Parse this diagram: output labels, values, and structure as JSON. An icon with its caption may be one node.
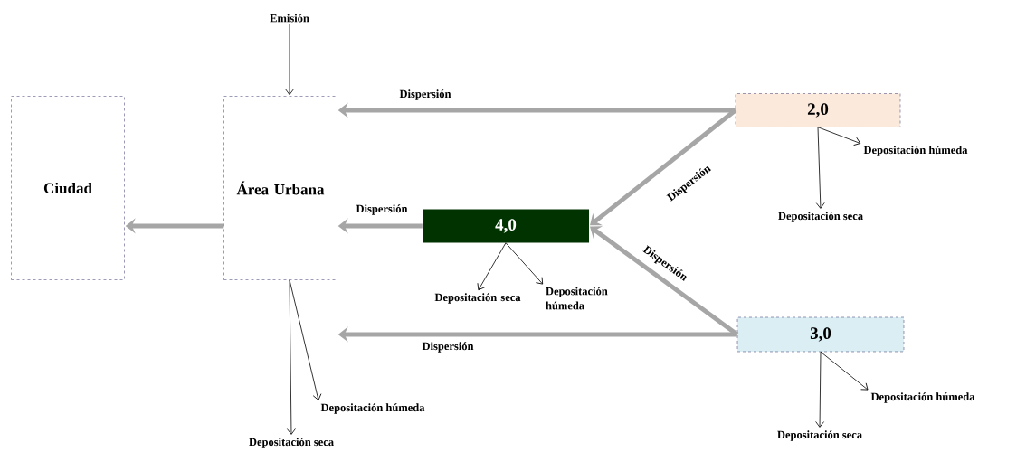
{
  "diagram": {
    "nodes": [
      {
        "text": [
          "Ciudad"
        ]
      },
      {
        "text": [
          "Área Urbana"
        ]
      },
      {
        "text": [
          "2,0"
        ]
      },
      {
        "text": [
          "4,0"
        ]
      },
      {
        "text": [
          "3,0"
        ]
      },
      {
        "text": [
          "Emisión"
        ]
      },
      {
        "text": [
          "Depositación húmeda"
        ]
      },
      {
        "text": [
          "Depositación seca"
        ]
      },
      {
        "text": [
          "Depositación seca"
        ]
      },
      {
        "text": [
          "Depositación húmeda"
        ]
      },
      {
        "text": [
          "Depositación húmeda"
        ]
      },
      {
        "text": [
          "Depositación seca"
        ]
      },
      {
        "text": [
          "Depositación húmeda"
        ]
      },
      {
        "text": [
          "Depositación seca"
        ]
      }
    ],
    "edges": [
      {
        "from": 5,
        "to": 1,
        "arrow": "to"
      },
      {
        "from": 2,
        "to": 1,
        "arrow": "to",
        "label": "Dispersión",
        "style": "thick",
        "color": "#a6a6a6"
      },
      {
        "from": 2,
        "to": 3,
        "arrow": "to",
        "label": "Dispersión",
        "style": "thick",
        "color": "#a6a6a6"
      },
      {
        "from": 3,
        "to": 1,
        "arrow": "to",
        "label": "Dispersión",
        "style": "thick",
        "color": "#a6a6a6"
      },
      {
        "from": 4,
        "to": 3,
        "arrow": "to",
        "label": "Dispersión",
        "style": "thick",
        "color": "#a6a6a6"
      },
      {
        "from": 4,
        "to": 1,
        "arrow": "to",
        "label": "Dispersión",
        "style": "thick",
        "color": "#a6a6a6"
      },
      {
        "from": 1,
        "to": 0,
        "arrow": "to",
        "style": "thick",
        "color": "#a6a6a6"
      },
      {
        "from": 2,
        "to": 7,
        "arrow": "to"
      },
      {
        "from": 2,
        "to": 6,
        "arrow": "to"
      },
      {
        "from": 3,
        "to": 8,
        "arrow": "to"
      },
      {
        "from": 3,
        "to": 9,
        "arrow": "to"
      },
      {
        "from": 4,
        "to": 11,
        "arrow": "to"
      },
      {
        "from": 4,
        "to": 10,
        "arrow": "to"
      },
      {
        "from": 1,
        "to": 13,
        "arrow": "to"
      },
      {
        "from": 1,
        "to": 12,
        "arrow": "to"
      }
    ]
  }
}
